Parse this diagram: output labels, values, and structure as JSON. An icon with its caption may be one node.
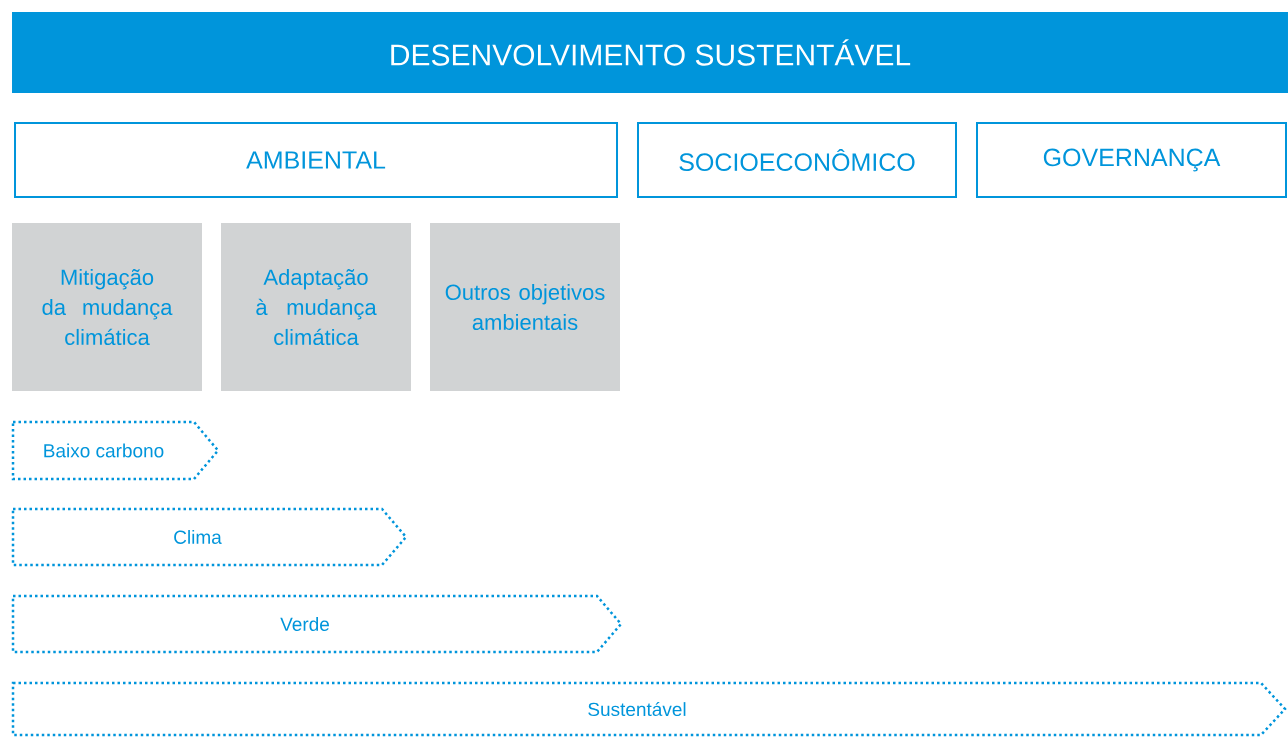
{
  "diagram": {
    "nodes": [
      {
        "text": [
          "DESENVOLVIMENTO SUSTENTÁVEL"
        ]
      },
      {
        "text": [
          "AMBIENTAL"
        ]
      },
      {
        "text": [
          "SOCIOECONÔMICO"
        ]
      },
      {
        "text": [
          "GOVERNANÇA"
        ]
      },
      {
        "text": [
          "Mitigação da mudança climática"
        ]
      },
      {
        "text": [
          "Adaptação à mudança climática"
        ]
      },
      {
        "text": [
          "Outros objetivos ambientais"
        ]
      },
      {
        "text": [
          "Baixo carbono"
        ]
      },
      {
        "text": [
          "Clima"
        ]
      },
      {
        "text": [
          "Verde"
        ]
      },
      {
        "text": [
          "Sustentável"
        ]
      }
    ]
  }
}
